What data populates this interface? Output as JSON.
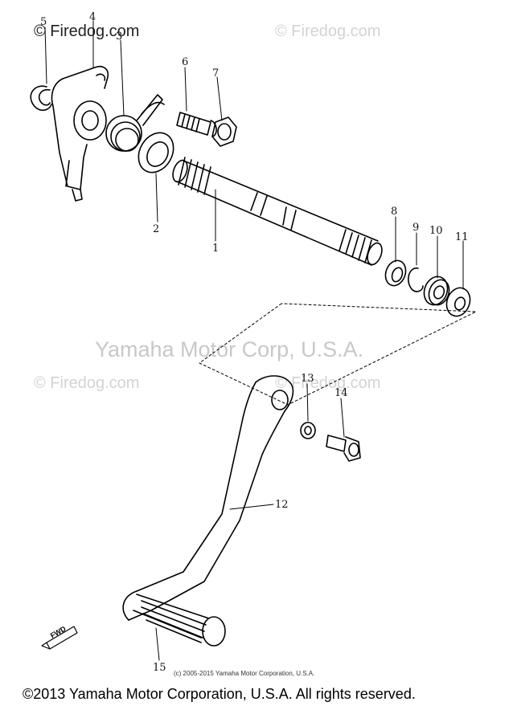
{
  "watermarks": {
    "top_left": "© Firedog.com",
    "top_right": "© Firedog.com",
    "mid_left": "© Firedog.com",
    "mid_right": "© Firedog.com",
    "center": "Yamaha Motor Corp, U.S.A."
  },
  "callouts": [
    "1",
    "2",
    "3",
    "4",
    "5",
    "6",
    "7",
    "8",
    "9",
    "10",
    "11",
    "12",
    "13",
    "14",
    "15"
  ],
  "fwd_label": "FWD",
  "small_copyright": "(c) 2005-2015 Yamaha Motor Corporation, U.S.A.",
  "footer_copyright": "©2013 Yamaha Motor Corporation, U.S.A. All rights reserved."
}
